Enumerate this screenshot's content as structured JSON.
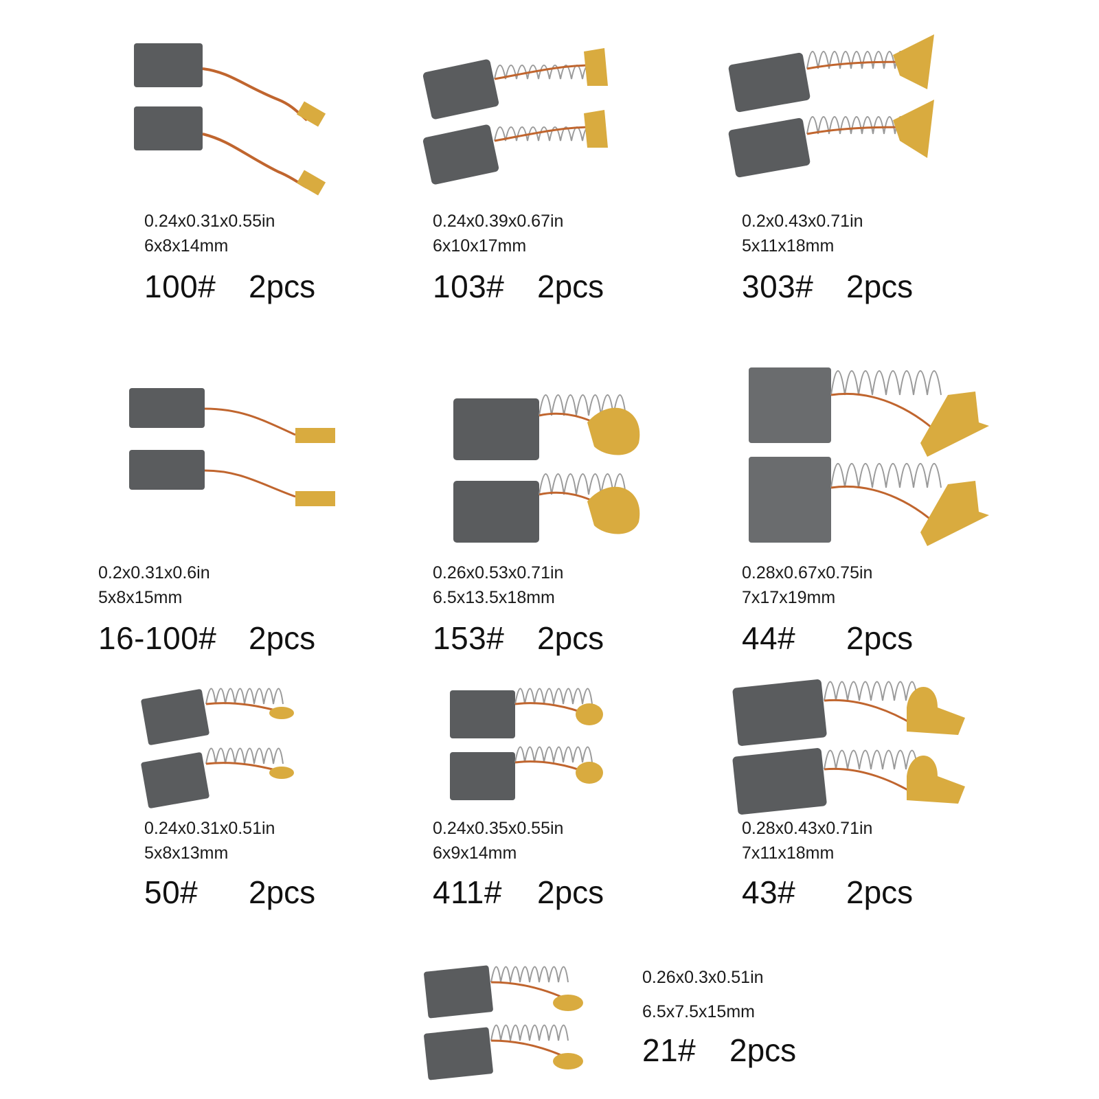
{
  "items": [
    {
      "code": "100#",
      "qty": "2pcs",
      "inch": "0.24x0.31x0.55in",
      "mm": "6x8x14mm",
      "style": "plain"
    },
    {
      "code": "103#",
      "qty": "2pcs",
      "inch": "0.24x0.39x0.67in",
      "mm": "6x10x17mm",
      "style": "spring"
    },
    {
      "code": "303#",
      "qty": "2pcs",
      "inch": "0.2x0.43x0.71in",
      "mm": "5x11x18mm",
      "style": "spring"
    },
    {
      "code": "16-100#",
      "qty": "2pcs",
      "inch": "0.2x0.31x0.6in",
      "mm": "5x8x15mm",
      "style": "plain"
    },
    {
      "code": "153#",
      "qty": "2pcs",
      "inch": "0.26x0.53x0.71in",
      "mm": "6.5x13.5x18mm",
      "style": "spring"
    },
    {
      "code": "44#",
      "qty": "2pcs",
      "inch": "0.28x0.67x0.75in",
      "mm": "7x17x19mm",
      "style": "spring"
    },
    {
      "code": "50#",
      "qty": "2pcs",
      "inch": "0.24x0.31x0.51in",
      "mm": "5x8x13mm",
      "style": "spring"
    },
    {
      "code": "411#",
      "qty": "2pcs",
      "inch": "0.24x0.35x0.55in",
      "mm": "6x9x14mm",
      "style": "spring"
    },
    {
      "code": "43#",
      "qty": "2pcs",
      "inch": "0.28x0.43x0.71in",
      "mm": "7x11x18mm",
      "style": "spring"
    },
    {
      "code": "21#",
      "qty": "2pcs",
      "inch": "0.26x0.3x0.51in",
      "mm": "6.5x7.5x15mm",
      "style": "spring"
    }
  ],
  "colors": {
    "carbon": "#5a5c5e",
    "copper": "#c0652e",
    "brass": "#d9ab3f",
    "spring": "#9a9a9a"
  }
}
